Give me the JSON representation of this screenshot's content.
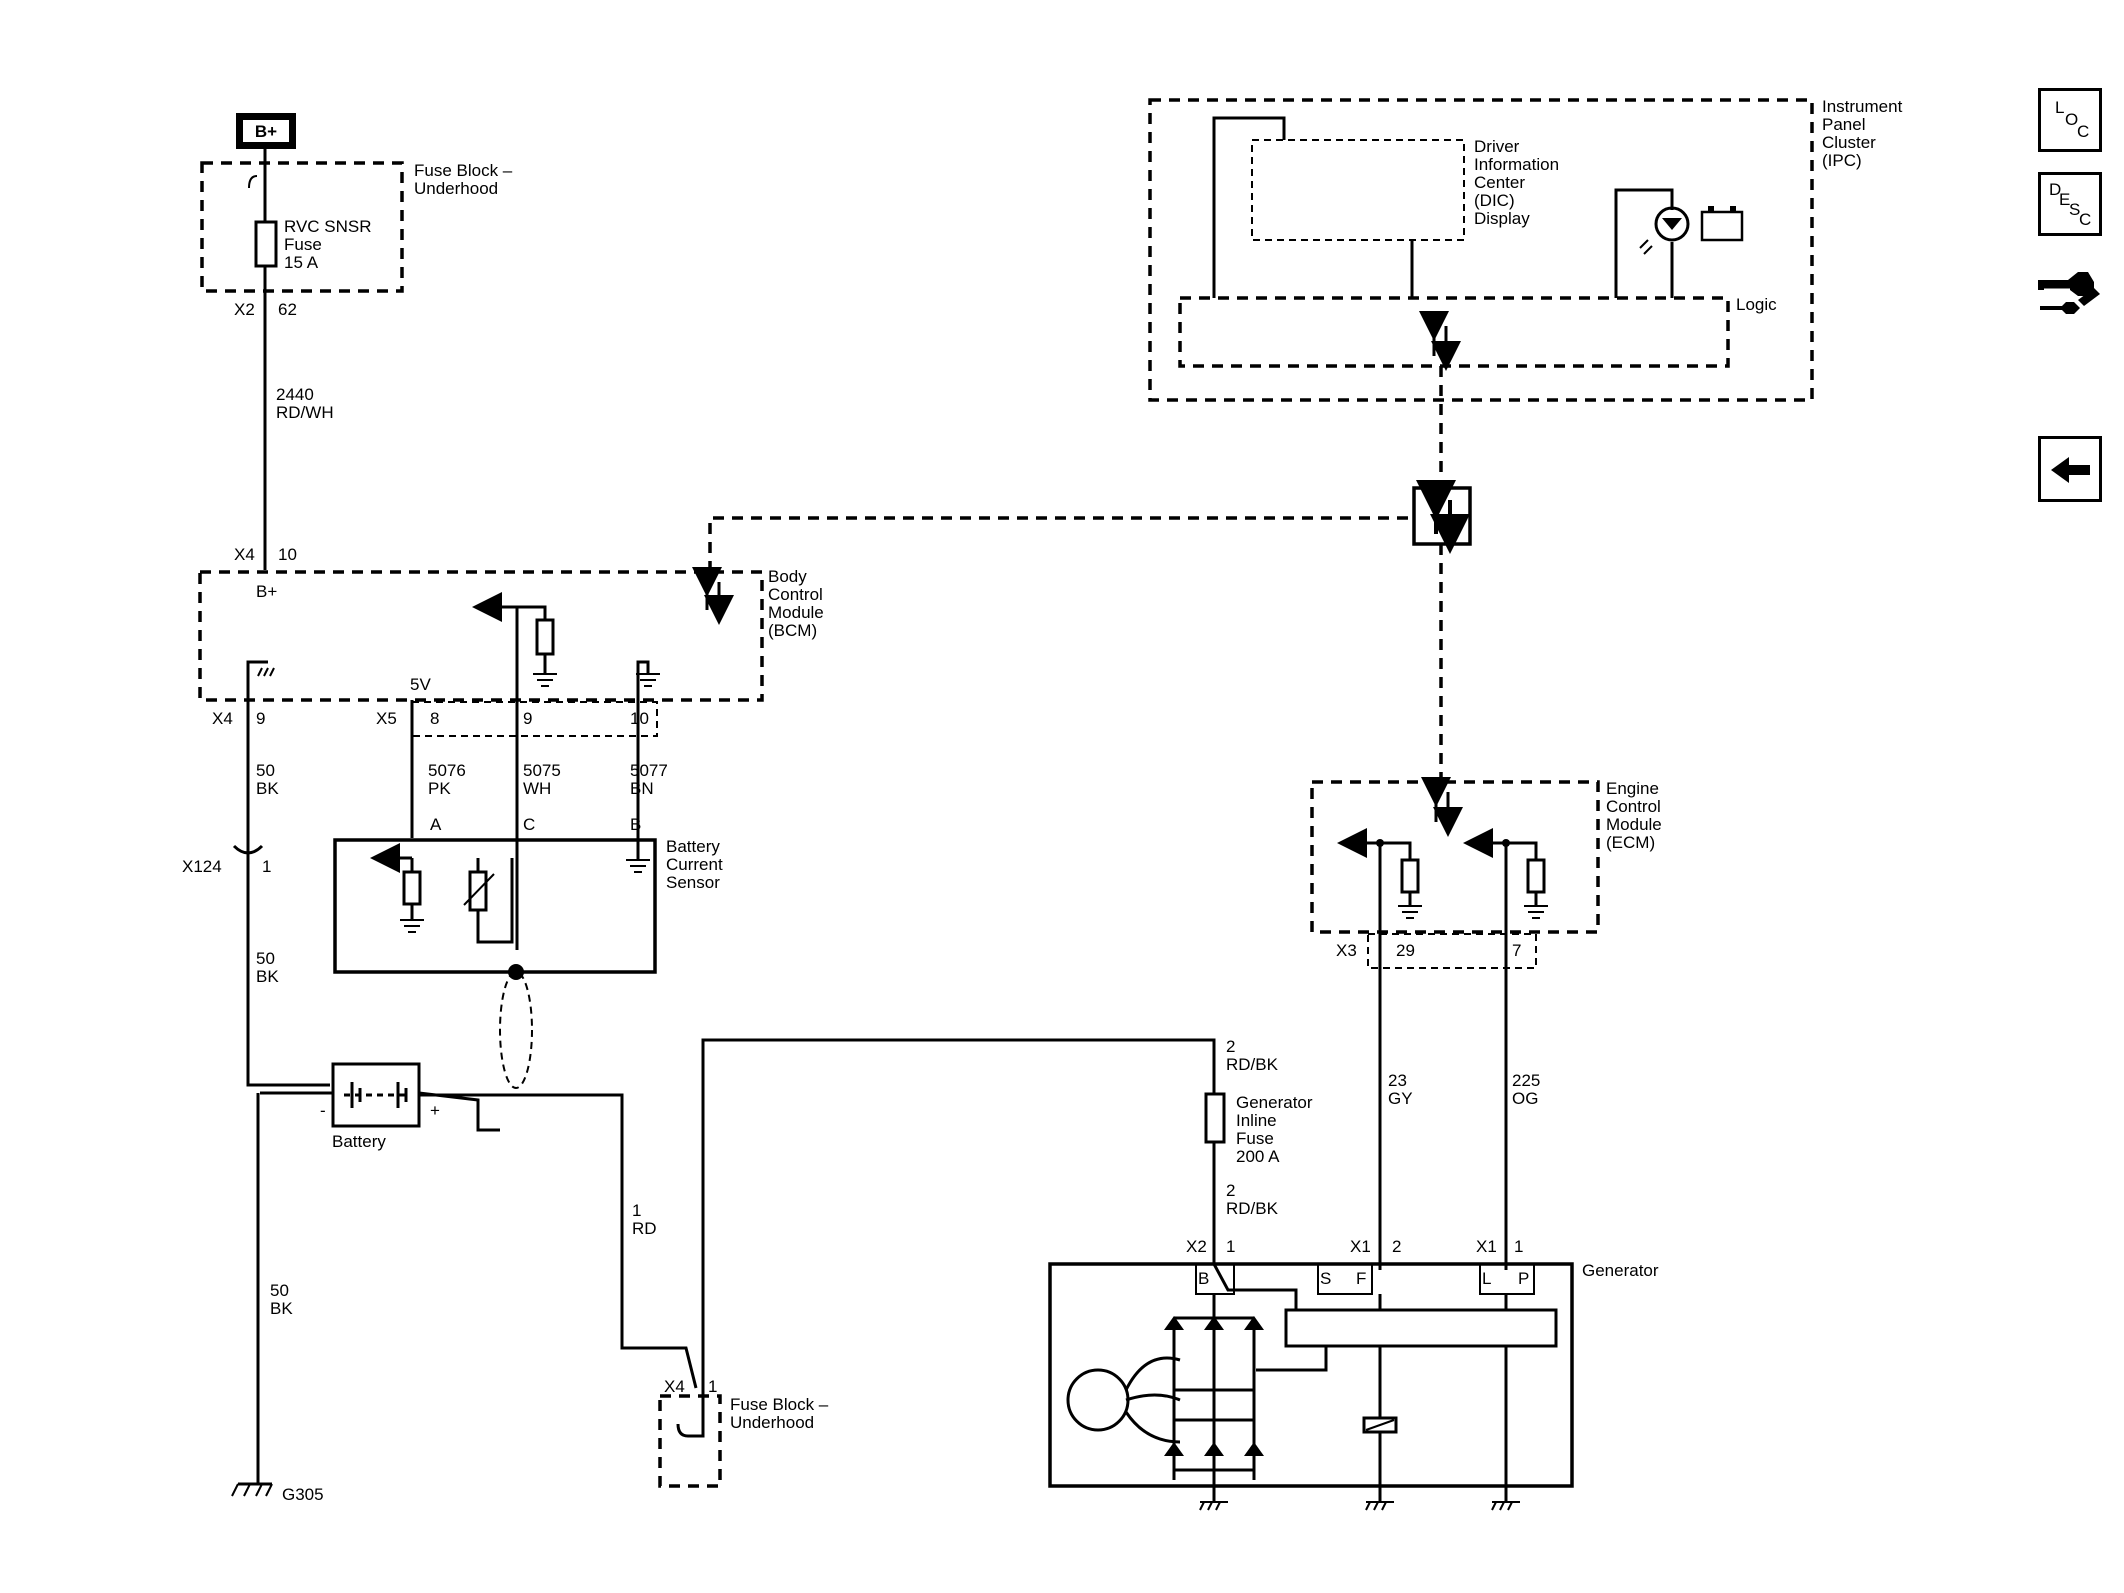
{
  "power_source": "B+",
  "fuse_block_top": {
    "label_1": "Fuse Block –",
    "label_2": "Underhood",
    "fuse_1": "RVC SNSR",
    "fuse_2": "Fuse",
    "fuse_3": "15 A",
    "conn": "X2",
    "pin": "62"
  },
  "wire_2440": {
    "num": "2440",
    "color": "RD/WH"
  },
  "bcm": {
    "label_1": "Body",
    "label_2": "Control",
    "label_3": "Module",
    "label_4": "(BCM)",
    "conn_top": "X4",
    "pin_top": "10",
    "bplus": "B+",
    "v5": "5V",
    "conn_gnd": "X4",
    "pin_gnd": "9",
    "conn_x5": "X5",
    "pin_8": "8",
    "pin_9": "9",
    "pin_10": "10"
  },
  "wire_5076": {
    "num": "5076",
    "color": "PK"
  },
  "wire_5075": {
    "num": "5075",
    "color": "WH"
  },
  "wire_5077": {
    "num": "5077",
    "color": "BN"
  },
  "wire_50_a": {
    "num": "50",
    "color": "BK"
  },
  "wire_50_b": {
    "num": "50",
    "color": "BK"
  },
  "wire_50_c": {
    "num": "50",
    "color": "BK"
  },
  "x124": {
    "conn": "X124",
    "pin": "1"
  },
  "sensor": {
    "label_1": "Battery",
    "label_2": "Current",
    "label_3": "Sensor",
    "pin_a": "A",
    "pin_c": "C",
    "pin_b": "B"
  },
  "battery": {
    "label": "Battery",
    "minus": "-",
    "plus": "+"
  },
  "ground": "G305",
  "wire_1rd": {
    "num": "1",
    "color": "RD"
  },
  "fuse_block_bottom": {
    "label_1": "Fuse Block –",
    "label_2": "Underhood",
    "conn": "X4",
    "pin": "1"
  },
  "wire_2rd_top": {
    "num": "2",
    "color": "RD/BK"
  },
  "wire_2rd_bot": {
    "num": "2",
    "color": "RD/BK"
  },
  "gen_fuse": {
    "label_1": "Generator",
    "label_2": "Inline",
    "label_3": "Fuse",
    "label_4": "200 A"
  },
  "ipc": {
    "label_1": "Instrument",
    "label_2": "Panel",
    "label_3": "Cluster",
    "label_4": "(IPC)",
    "logic": "Logic"
  },
  "dic": {
    "label_1": "Driver",
    "label_2": "Information",
    "label_3": "Center",
    "label_4": "(DIC)",
    "label_5": "Display"
  },
  "ecm": {
    "label_1": "Engine",
    "label_2": "Control",
    "label_3": "Module",
    "label_4": "(ECM)",
    "conn": "X3",
    "pin_29": "29",
    "pin_7": "7"
  },
  "wire_23": {
    "num": "23",
    "color": "GY"
  },
  "wire_225": {
    "num": "225",
    "color": "OG"
  },
  "generator": {
    "label": "Generator",
    "conn_x2": "X2",
    "pin_x2": "1",
    "conn_x1a": "X1",
    "pin_x1a": "2",
    "conn_x1b": "X1",
    "pin_x1b": "1",
    "term_b": "B",
    "term_s": "S",
    "term_f": "F",
    "term_l": "L",
    "term_p": "P"
  },
  "nav": {
    "loc_1": "L",
    "loc_2": "O",
    "loc_3": "C",
    "desc_1": "D",
    "desc_2": "E",
    "desc_3": "S",
    "desc_4": "C"
  },
  "icons": [
    "battery-symbol-icon",
    "led-lamp-icon",
    "connector-icon",
    "tools-icon",
    "back-arrow-icon"
  ]
}
